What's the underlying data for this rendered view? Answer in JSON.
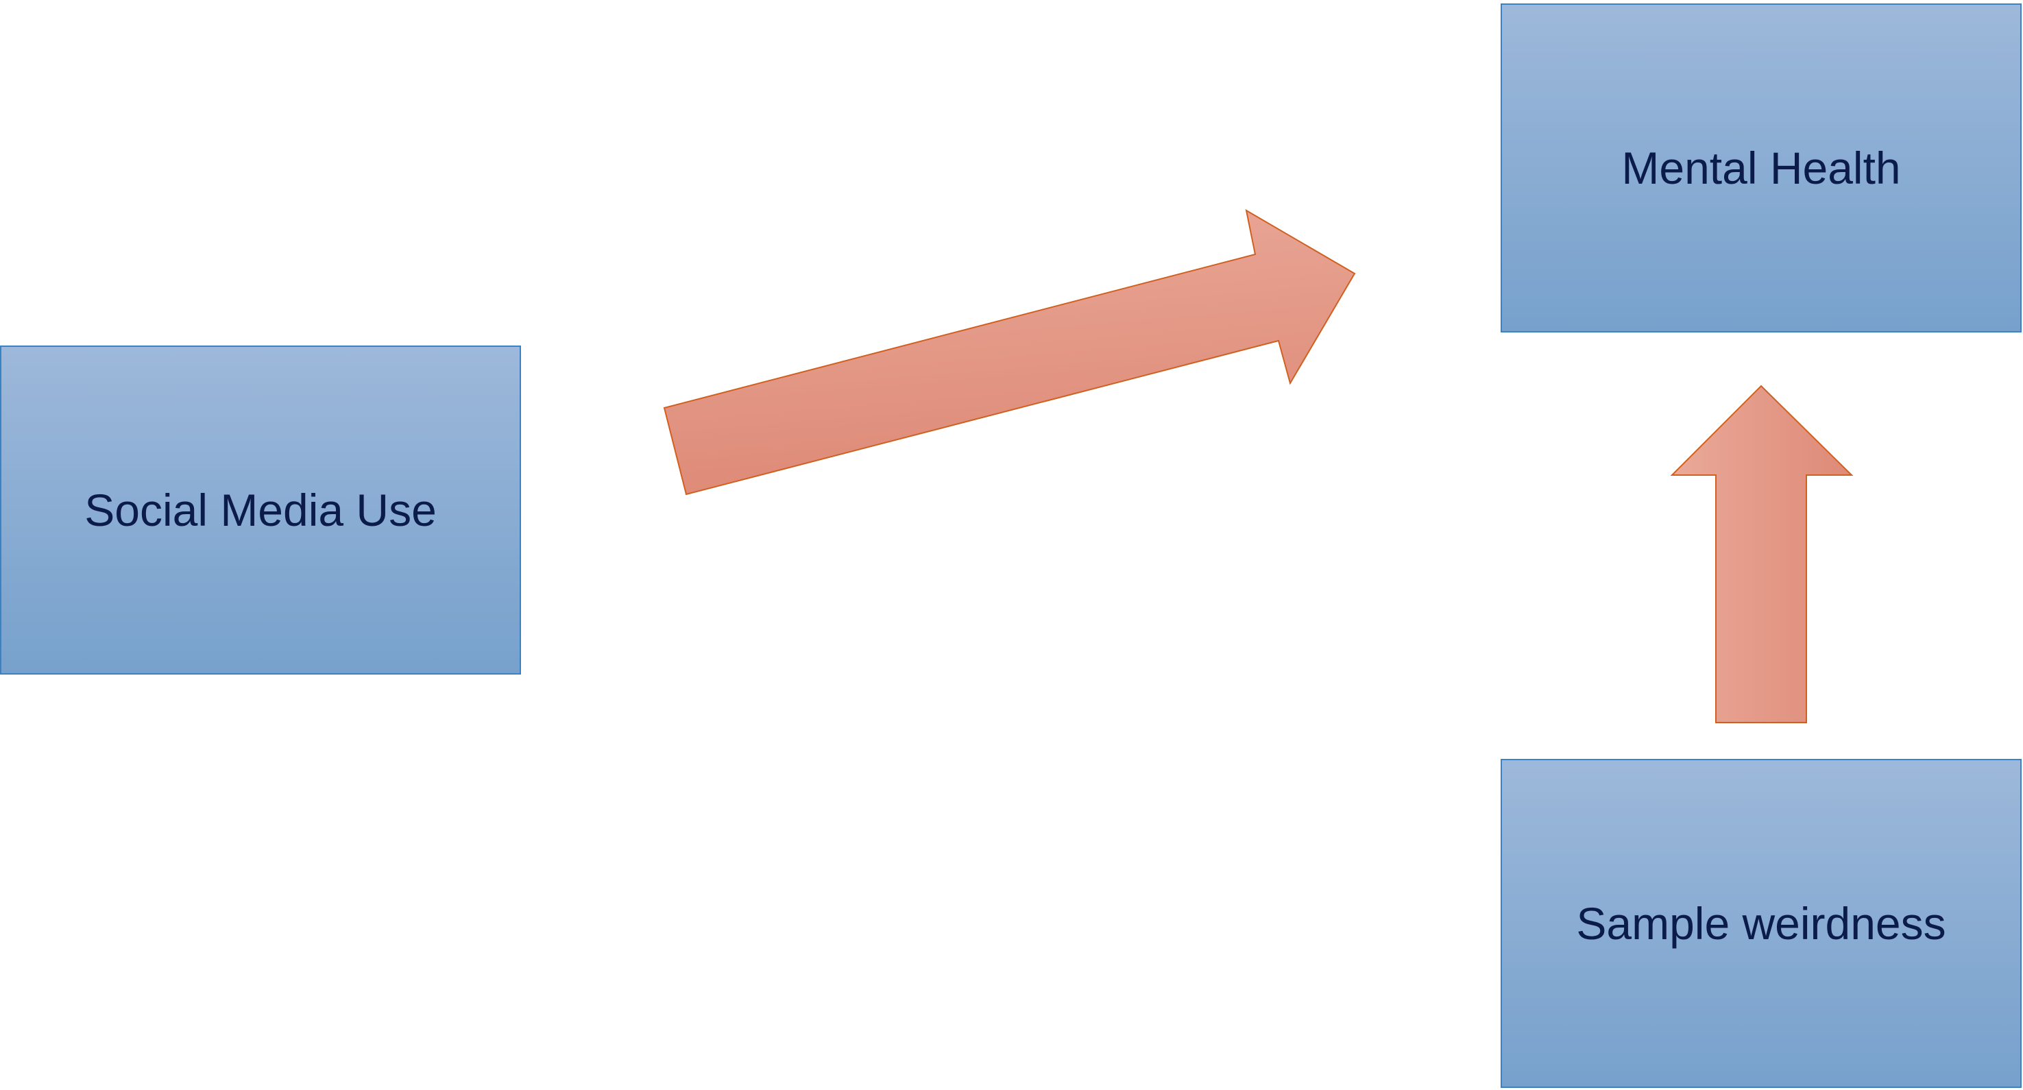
{
  "nodes": {
    "social_media_use": "Social Media Use",
    "mental_health": "Mental Health",
    "sample_weirdness": "Sample weirdness"
  },
  "edges": [
    {
      "from": "Social Media Use",
      "to": "Mental Health"
    },
    {
      "from": "Sample weirdness",
      "to": "Mental Health"
    }
  ],
  "colors": {
    "box_top": "#9db8da",
    "box_bottom": "#77a1cc",
    "box_border": "#3b82c4",
    "text": "#0c1c4a",
    "arrow_light": "#eaa999",
    "arrow_dark": "#de8a77",
    "arrow_stroke": "#d0601f"
  }
}
